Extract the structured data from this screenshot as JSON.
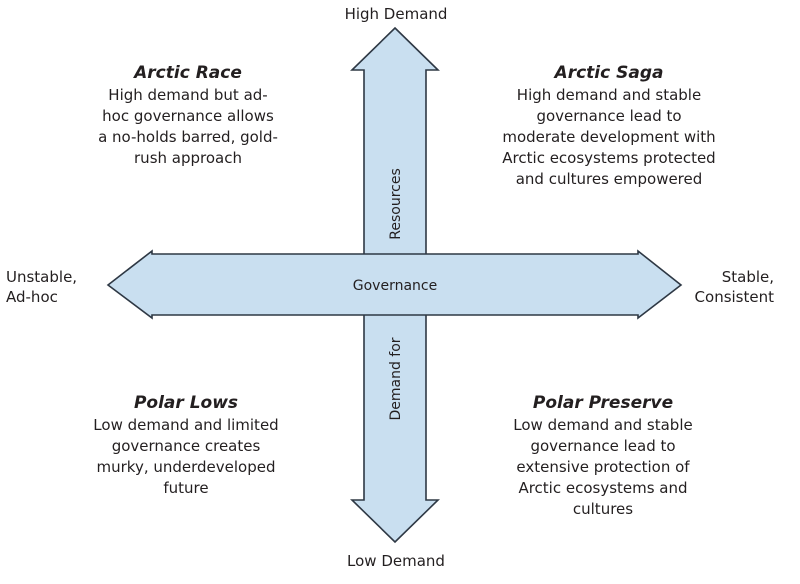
{
  "axes": {
    "top": "High Demand",
    "bottom": "Low Demand",
    "left_line1": "Unstable,",
    "left_line2": "Ad-hoc",
    "right_line1": "Stable,",
    "right_line2": "Consistent",
    "horizontal_arrow": "Governance",
    "vertical_upper": "Resources",
    "vertical_lower": "Demand for"
  },
  "quadrants": {
    "top_left": {
      "title": "Arctic Race",
      "body": "High demand but ad-hoc governance allows a no-holds barred, gold-rush approach"
    },
    "top_right": {
      "title": "Arctic Saga",
      "body": "High demand and stable governance lead to moderate development with Arctic ecosystems protected and cultures empowered"
    },
    "bottom_left": {
      "title": "Polar Lows",
      "body": "Low demand and limited governance creates murky, underdeveloped future"
    },
    "bottom_right": {
      "title": "Polar Preserve",
      "body": "Low demand and stable governance lead to extensive protection of Arctic ecosystems and cultures"
    }
  },
  "colors": {
    "arrow_fill": "#c9dff0",
    "arrow_stroke": "#2e3844",
    "text": "#231f20"
  }
}
